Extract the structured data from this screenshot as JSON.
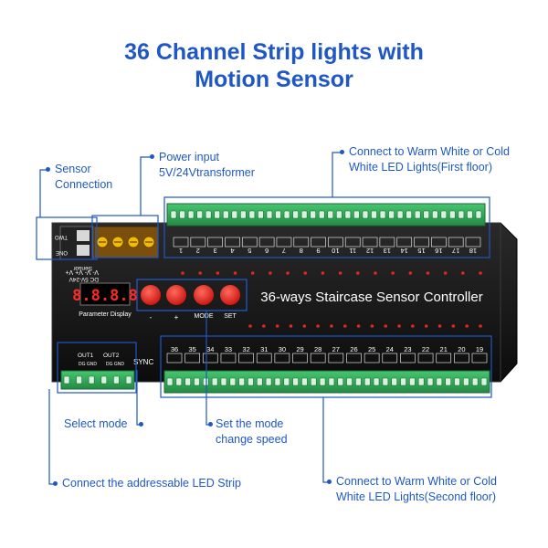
{
  "title": {
    "line1": "36 Channel Strip lights with",
    "line2": "Motion Sensor"
  },
  "callouts": {
    "sensor": [
      "Sensor",
      "Connection"
    ],
    "power": [
      "Power input",
      "5V/24Vtransformer"
    ],
    "first_floor": [
      "Connect to Warm White or Cold",
      "White LED Lights(First floor)"
    ],
    "select_mode": "Select mode",
    "set_mode": [
      "Set the mode",
      "change speed"
    ],
    "addressable": "Connect the addressable LED Strip",
    "second_floor": [
      "Connect to Warm White or Cold",
      "White LED Lights(Second floor)"
    ]
  },
  "device": {
    "controller_label": "36-ways Staircase Sensor Controller",
    "display_value": "8.8.8.8",
    "display_label": "Parameter Display",
    "power_label": "V- V- V+ V+",
    "power_sub": "DC 5V-24V",
    "sensor_label": "Sensor",
    "sensor_two": "TWO",
    "sensor_one": "ONE",
    "buttons": [
      "-",
      "+",
      "MODE",
      "SET"
    ],
    "out1": "OUT1",
    "out2": "OUT2",
    "out_pins": "DG GND",
    "sync": "SYNC",
    "top_channels": [
      "1",
      "2",
      "3",
      "4",
      "5",
      "6",
      "7",
      "8",
      "9",
      "10",
      "11",
      "12",
      "13",
      "14",
      "15",
      "16",
      "17",
      "18"
    ],
    "bottom_channels": [
      "36",
      "35",
      "34",
      "33",
      "32",
      "31",
      "30",
      "29",
      "28",
      "27",
      "26",
      "25",
      "24",
      "23",
      "22",
      "21",
      "20",
      "19"
    ]
  },
  "colors": {
    "accent": "#1f58c4",
    "board": "#151515",
    "terminal": "#2fae5a",
    "led": "#e3261f",
    "button": "#e52019",
    "display": "#ff2a22"
  }
}
